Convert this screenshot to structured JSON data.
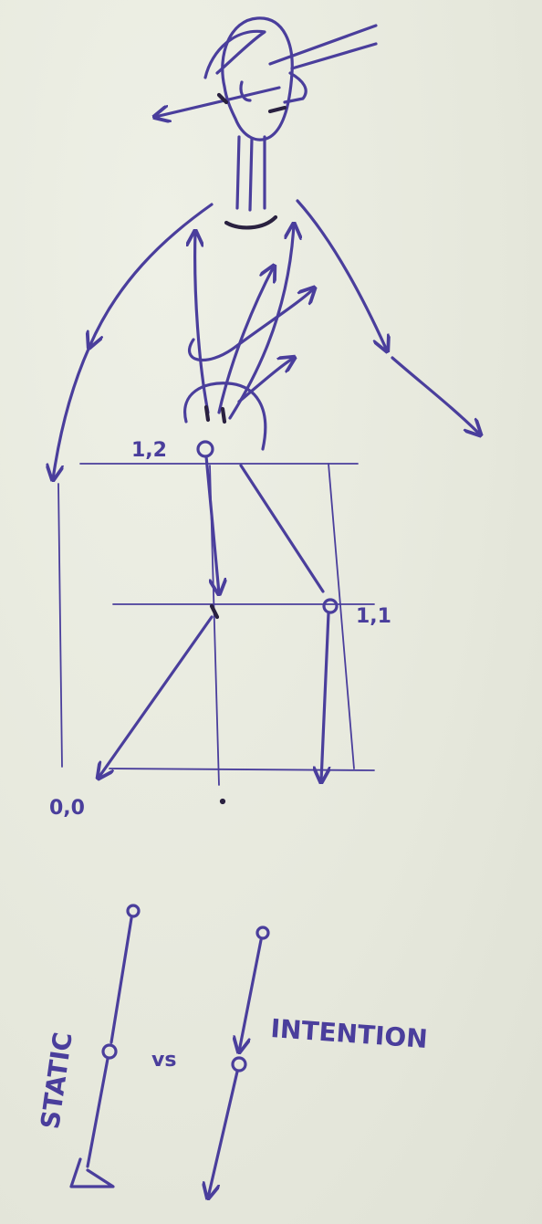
{
  "colors": {
    "paper": "#e9eadf",
    "ink": "#4a3e9c",
    "ink_dark": "#2a2140"
  },
  "labels": {
    "pivot_label": "1,2",
    "right_node_label": "1,1",
    "origin_label": "0,0",
    "static_label": "STATIC",
    "vs_label": "vs",
    "intention_label": "INTENTION"
  }
}
